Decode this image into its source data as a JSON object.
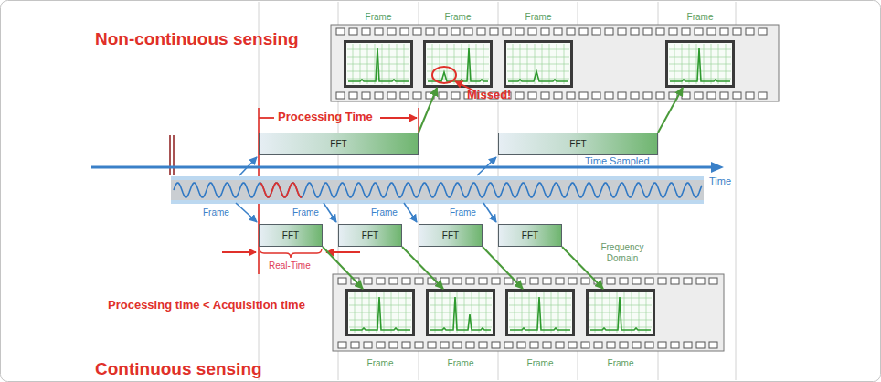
{
  "diagram": {
    "nodes": [
      {
        "text": [
          "Frame"
        ]
      },
      {
        "text": [
          "Frame"
        ]
      },
      {
        "text": [
          "Frame"
        ]
      },
      {
        "text": [
          "Frame"
        ]
      },
      {
        "text": [
          "FFT"
        ]
      },
      {
        "text": [
          "FFT"
        ]
      },
      {
        "text": [
          "FFT"
        ]
      },
      {
        "text": [
          "FFT"
        ]
      },
      {
        "text": [
          "FFT"
        ]
      },
      {
        "text": [
          "FFT"
        ]
      },
      {
        "text": [
          "Frame"
        ]
      },
      {
        "text": [
          "Frame"
        ]
      },
      {
        "text": [
          "Frame"
        ]
      },
      {
        "text": [
          "Frame"
        ]
      }
    ],
    "edges": [
      {
        "from": 4,
        "to": 1,
        "arrow": "to"
      },
      {
        "from": 5,
        "to": 3,
        "arrow": "to"
      },
      {
        "from": 6,
        "to": 10,
        "arrow": "to"
      },
      {
        "from": 7,
        "to": 11,
        "arrow": "to"
      },
      {
        "from": 8,
        "to": 12,
        "arrow": "to"
      },
      {
        "from": 9,
        "to": 13,
        "arrow": "to"
      }
    ],
    "labels": [
      "Non-continuous sensing",
      "Processing Time",
      "Missed!",
      "Time Sampled",
      "Time",
      "Frame",
      "Frame",
      "Frame",
      "Frame",
      "Real-Time",
      "Frequency Domain",
      "Processing time < Acquisition time",
      "Continuous sensing"
    ]
  }
}
